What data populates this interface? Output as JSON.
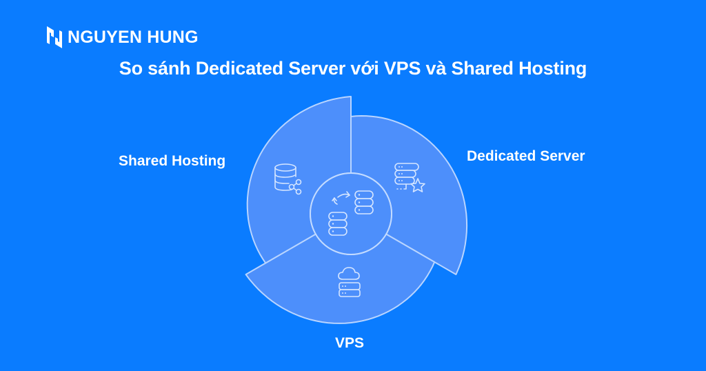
{
  "brand": {
    "name": "NGUYEN HUNG",
    "logo_icon": "nh-monogram-icon"
  },
  "header": {
    "title": "So sánh Dedicated Server với VPS và Shared Hosting"
  },
  "colors": {
    "background": "#0a7cff",
    "segment_fill": "#4d8ffb",
    "segment_stroke": "#b9d5ff",
    "text": "#ffffff"
  },
  "chart_data": {
    "type": "diagram",
    "layout": "three-segment spiral ring around central hub",
    "title": "So sánh Dedicated Server với VPS và Shared Hosting",
    "center": [
      509,
      310
    ],
    "hub_radius": 59,
    "segments": [
      {
        "label": "Dedicated Server",
        "icon": "server-star-icon",
        "start_deg": 0,
        "end_deg": 120,
        "r_start": 141,
        "r_end": 176
      },
      {
        "label": "VPS",
        "icon": "cloud-server-icon",
        "start_deg": 120,
        "end_deg": 240,
        "r_start": 140,
        "r_end": 176
      },
      {
        "label": "Shared Hosting",
        "icon": "database-share-icon",
        "start_deg": 240,
        "end_deg": 360,
        "r_start": 143,
        "r_end": 170
      }
    ],
    "hub_icon": "server-sync-icon"
  },
  "labels": {
    "shared": "Shared Hosting",
    "dedicated": "Dedicated Server",
    "vps": "VPS"
  }
}
